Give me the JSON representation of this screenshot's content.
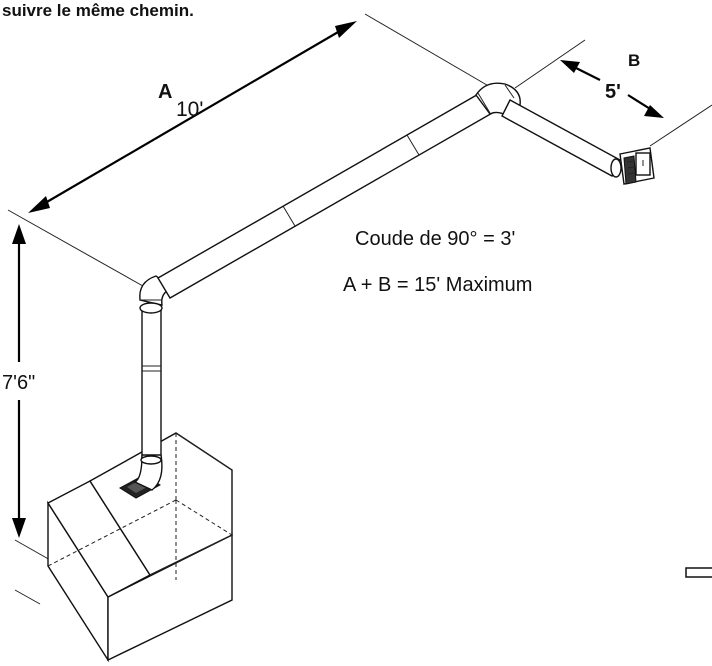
{
  "top_caption": "suivre le même chemin.",
  "labels": {
    "a_letter": "A",
    "a_length": "10'",
    "b_letter": "B",
    "b_length": "5'",
    "height": "7'6\"",
    "elbow_note": "Coude de 90° = 3'",
    "max_note": "A + B = 15' Maximum"
  }
}
